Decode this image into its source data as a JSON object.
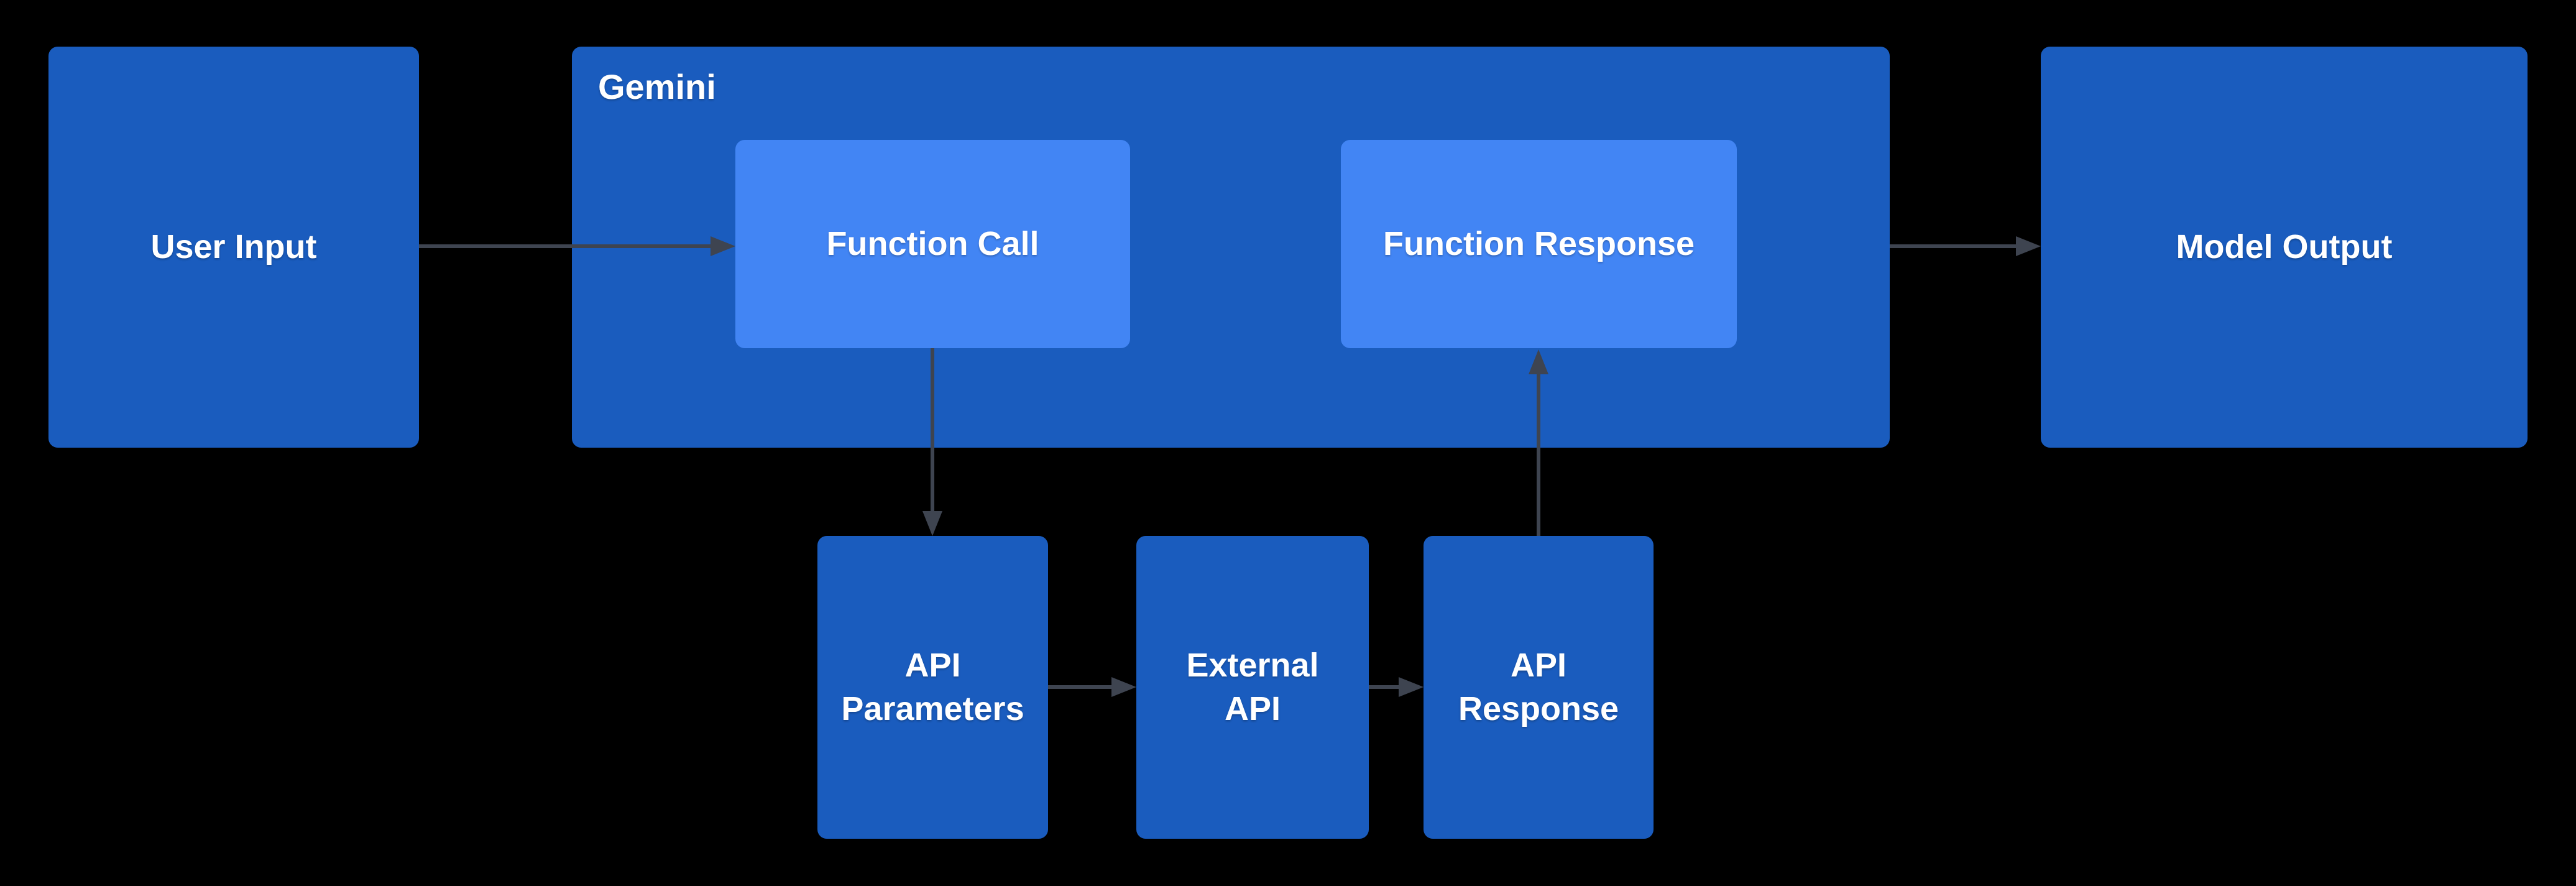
{
  "canvas": {
    "background": "#000000"
  },
  "palette": {
    "node_fill": "#1A5CBE",
    "node_inner_fill": "#4285F4",
    "arrow_color": "#3E4450",
    "label_color": "#FFFFFF"
  },
  "nodes": {
    "user_input": {
      "label": "User Input"
    },
    "gemini_container": {
      "label": "Gemini"
    },
    "function_call": {
      "label": "Function Call"
    },
    "function_response": {
      "label": "Function Response"
    },
    "model_output": {
      "label": "Model Output"
    },
    "api_parameters": {
      "label": "API\nParameters"
    },
    "external_api": {
      "label": "External\nAPI"
    },
    "api_response": {
      "label": "API\nResponse"
    }
  },
  "edges": [
    {
      "from": "user_input",
      "to": "function_call",
      "direction": "right"
    },
    {
      "from": "function_call",
      "to": "api_parameters",
      "direction": "down"
    },
    {
      "from": "api_parameters",
      "to": "external_api",
      "direction": "right"
    },
    {
      "from": "external_api",
      "to": "api_response",
      "direction": "right"
    },
    {
      "from": "api_response",
      "to": "function_response",
      "direction": "up"
    },
    {
      "from": "gemini_container",
      "to": "model_output",
      "direction": "right"
    }
  ]
}
